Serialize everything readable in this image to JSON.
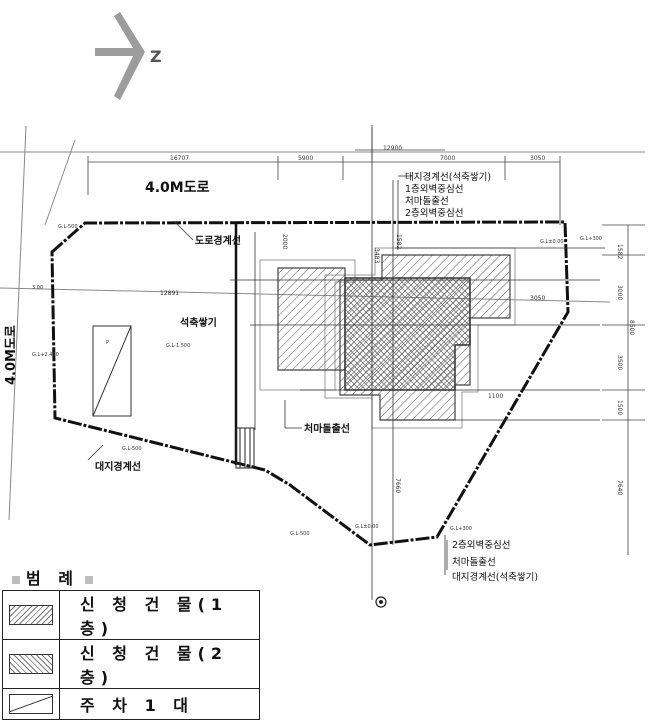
{
  "north_arrow": {
    "letter": "Z"
  },
  "roads": {
    "top_road": "4.0M도로",
    "left_road": "4.0M도로"
  },
  "labels": {
    "road_boundary": "도로경계선",
    "stone_wall": "석축쌓기",
    "site_boundary_left": "대지경계선",
    "eaves_line_bottom": "처마돌출선"
  },
  "callouts_top": [
    "대지경계선(석축쌓기)",
    "1층외벽중심선",
    "처마돌출선",
    "2층외벽중심선"
  ],
  "callouts_bottom": [
    "2층외벽중심선",
    "처마돌출선",
    "대지경계선(석축쌓기)"
  ],
  "dimensions": {
    "top_total": "12900",
    "top_segments": [
      "16707",
      "5900",
      "7000",
      "3050"
    ],
    "middle": "12891",
    "right_segment": "3050",
    "right_column": [
      "1582",
      "3000",
      "3500",
      "1500",
      "7640"
    ],
    "right_total": "8500",
    "vertical_inner": [
      "2000",
      "1582",
      "3483"
    ],
    "bottom_vertical": "7660",
    "diagonal": "1100",
    "left_mark": "3.00"
  },
  "levels": {
    "gl_top_left": "G.L-500",
    "gl_left": "G.L+2.400",
    "gl_mid": "G.L-1.500",
    "gl_bottom_left": "G.L-500",
    "gl_bottom_mid": "G.L-500",
    "gl_bottom_center": "G.L±0.00",
    "gl_bottom_right": "G.L+300",
    "gl_right_1": "G.L±0.00",
    "gl_right_2": "G.L+300"
  },
  "parking_label": "P",
  "legend": {
    "title": "범 례",
    "items": [
      {
        "label": "신 청 건 물(1층)"
      },
      {
        "label": "신 청 건 물(2층)"
      },
      {
        "label": "주 차 1  대"
      }
    ]
  }
}
